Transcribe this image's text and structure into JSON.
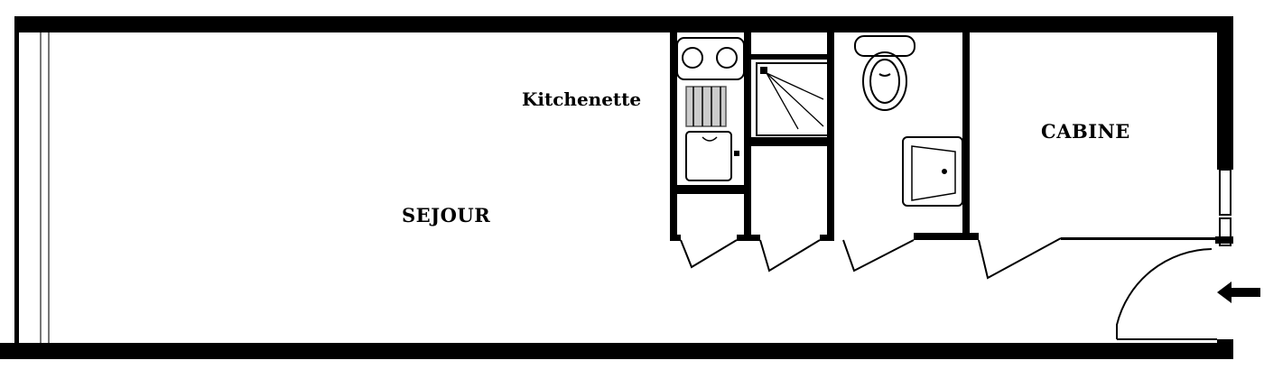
{
  "floor_plan": {
    "rooms": [
      {
        "id": "sejour",
        "label": "SEJOUR"
      },
      {
        "id": "kitchenette",
        "label": "Kitchenette"
      },
      {
        "id": "cabine",
        "label": "CABINE"
      }
    ],
    "fixtures": [
      "cooktop",
      "dishwasher",
      "kitchen-sink",
      "shower",
      "toilet",
      "washbasin"
    ],
    "entrance_marker": "arrow-left",
    "colors": {
      "wall": "#000000",
      "background": "#ffffff",
      "window": "#888888"
    }
  }
}
